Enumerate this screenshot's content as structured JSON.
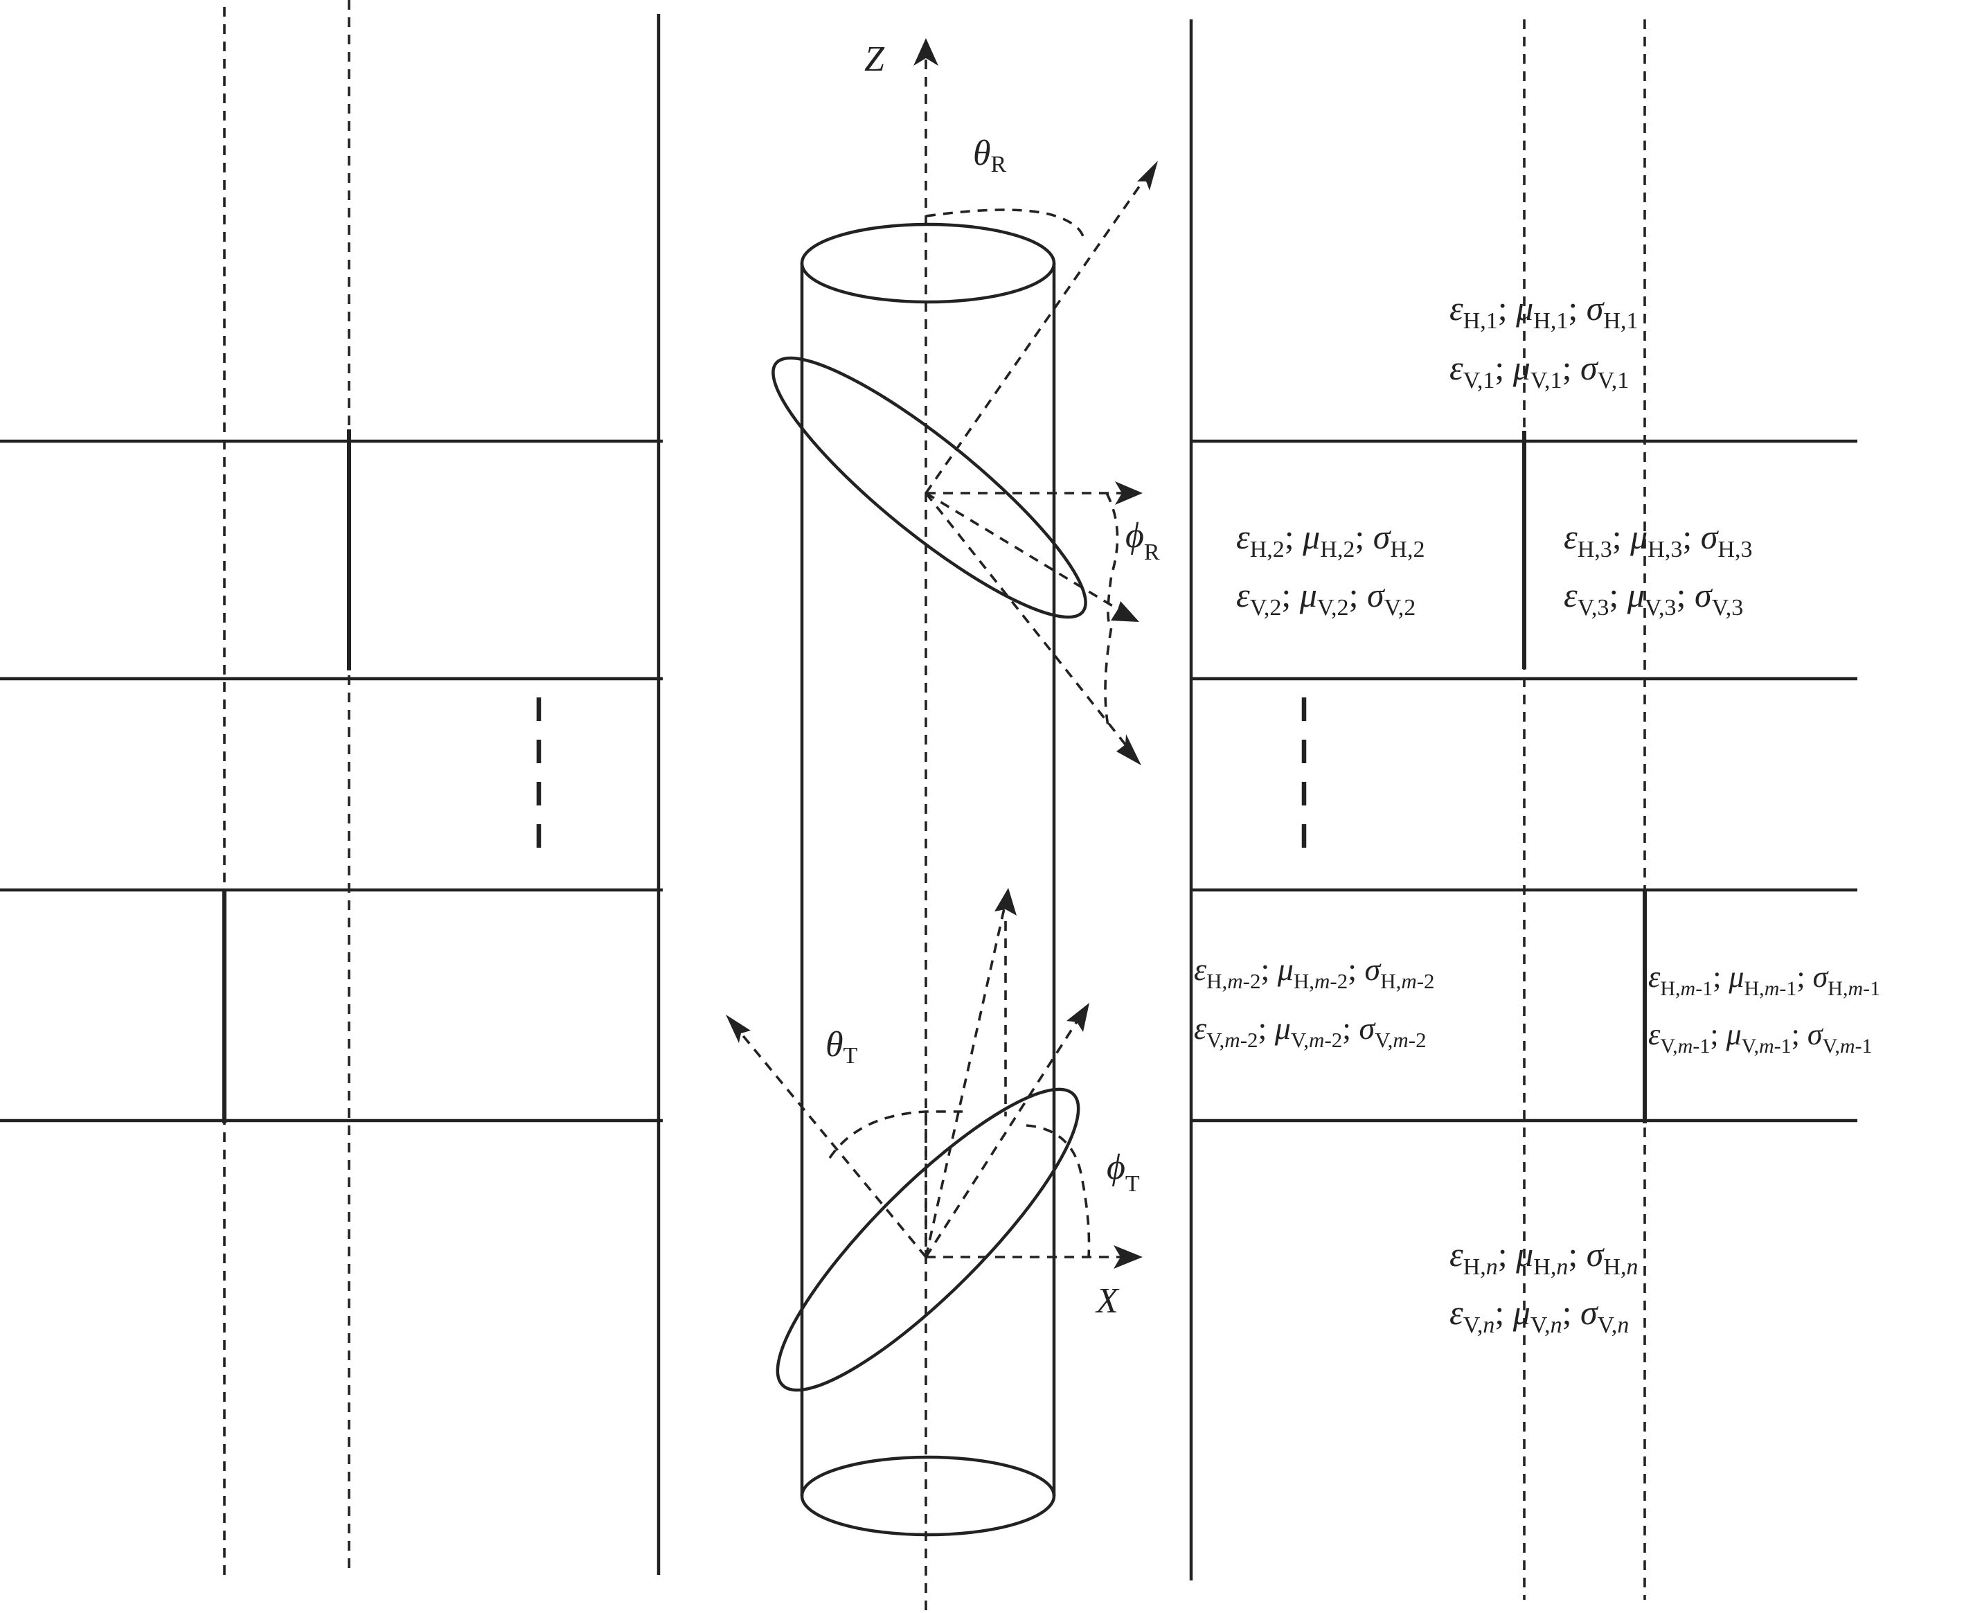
{
  "axes": {
    "z_label": "Z",
    "x_label": "X"
  },
  "angles": [
    {
      "symbol": "θ",
      "sub": "R"
    },
    {
      "symbol": "ϕ",
      "sub": "R"
    },
    {
      "symbol": "θ",
      "sub": "T"
    },
    {
      "symbol": "ϕ",
      "sub": "T"
    }
  ],
  "layers": [
    {
      "h": [
        "H,1",
        "H,1",
        "H,1"
      ],
      "v": [
        "V,1",
        "V,1",
        "V,1"
      ]
    },
    {
      "h": [
        "H,2",
        "H,2",
        "H,2"
      ],
      "v": [
        "V,2",
        "V,2",
        "V,2"
      ]
    },
    {
      "h": [
        "H,3",
        "H,3",
        "H,3"
      ],
      "v": [
        "V,3",
        "V,3",
        "V,3"
      ]
    },
    {
      "h": [
        "H,m-2",
        "H,m-2",
        "H,m-2"
      ],
      "v": [
        "V,m-2",
        "V,m-2",
        "V,m-2"
      ]
    },
    {
      "h": [
        "H,m-1",
        "H,m-1",
        "H,m-1"
      ],
      "v": [
        "V,m-1",
        "V,m-1",
        "V,m-1"
      ]
    },
    {
      "h": [
        "H,n",
        "H,n",
        "H,n"
      ],
      "v": [
        "V,n",
        "V,n",
        "V,n"
      ]
    }
  ],
  "param_symbols": [
    "ε",
    "μ",
    "σ"
  ],
  "separator": "; "
}
